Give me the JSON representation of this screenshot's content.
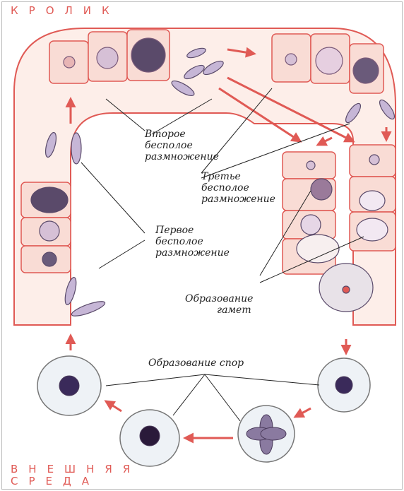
{
  "top_label": "КРОЛИК",
  "bottom_label": {
    "line1": "ВНЕШНЯЯ",
    "line2": "СРЕДА"
  },
  "labels": {
    "first": [
      "Первое",
      "бесполое",
      "размножение"
    ],
    "second": [
      "Второе",
      "бесполое",
      "размножение"
    ],
    "third": [
      "Третье",
      "бесполое",
      "размножение"
    ],
    "gametes": [
      "Образование",
      "гамет"
    ],
    "spores": "Образование спор"
  },
  "colors": {
    "accent": "#e05a55",
    "wall": "#f7d9d2",
    "line": "#222222"
  }
}
